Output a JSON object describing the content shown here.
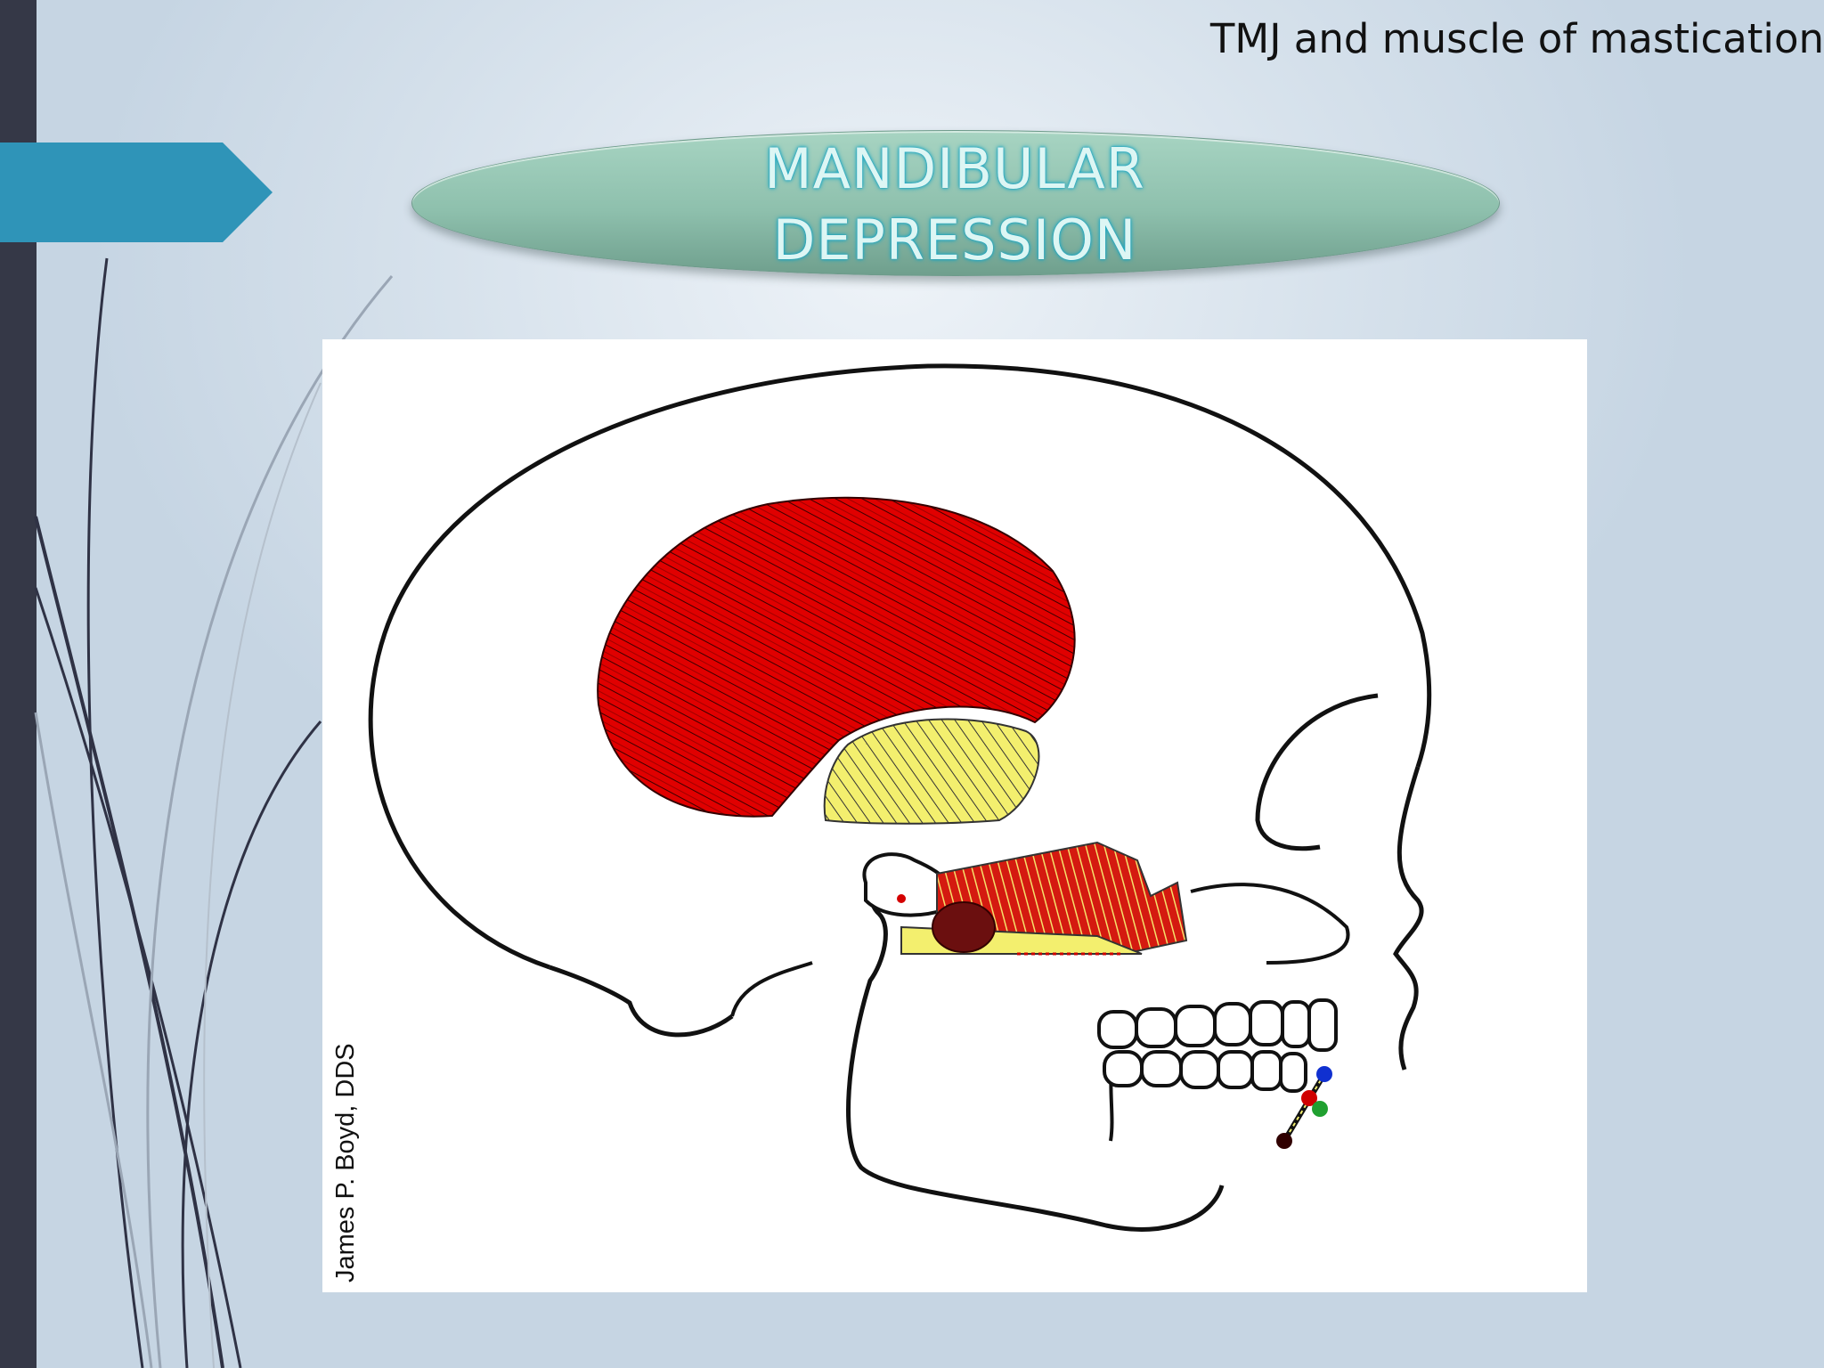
{
  "slide": {
    "header_title": "TMJ and muscle of mastication",
    "title_line1": "MANDIBULAR",
    "title_line2": "DEPRESSION",
    "figure_credit": "James P. Boyd, DDS"
  },
  "colors": {
    "accent_tab": "#2f94b8",
    "left_bar": "#353847",
    "title_ellipse": "#8ec0ad",
    "title_text_glow": "#1aa7c4",
    "muscle_red": "#e00000",
    "muscle_yellow": "#f3ef6e"
  },
  "icons": {
    "tab": "chevron-tab-icon"
  }
}
